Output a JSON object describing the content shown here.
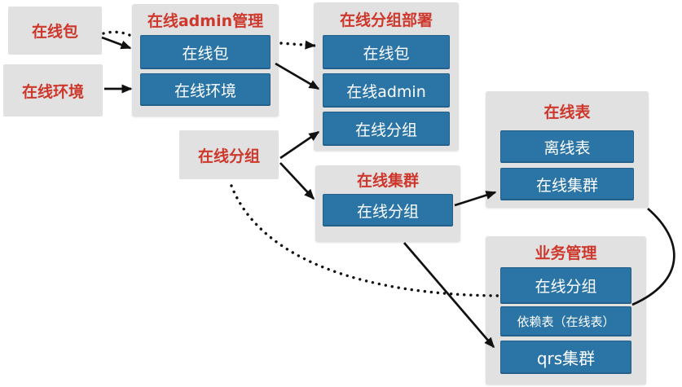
{
  "colors": {
    "blue": "#2B74A6",
    "gray": "#E1E1E1",
    "red": "#CE372B",
    "arrow": "#111111",
    "bg": "#FFFFFF"
  },
  "nodes": {
    "package": {
      "label": "在线包"
    },
    "environment": {
      "label": "在线环境"
    },
    "group": {
      "label": "在线分组"
    }
  },
  "groups": {
    "admin_management": {
      "title": "在线admin管理",
      "items": [
        {
          "label": "在线包"
        },
        {
          "label": "在线环境"
        }
      ]
    },
    "group_deployment": {
      "title": "在线分组部署",
      "items": [
        {
          "label": "在线包"
        },
        {
          "label": "在线admin"
        },
        {
          "label": "在线分组"
        }
      ]
    },
    "online_cluster": {
      "title": "在线集群",
      "items": [
        {
          "label": "在线分组"
        }
      ]
    },
    "online_table": {
      "title": "在线表",
      "items": [
        {
          "label": "离线表"
        },
        {
          "label": "在线集群"
        }
      ]
    },
    "business_management": {
      "title": "业务管理",
      "items": [
        {
          "label": "在线分组"
        },
        {
          "label": "依赖表（在线表）"
        },
        {
          "label": "qrs集群"
        }
      ]
    }
  },
  "edges": [
    {
      "from": "在线包",
      "to": "在线admin管理",
      "style": "dotted"
    },
    {
      "from": "在线包",
      "to": "在线admin管理.在线包",
      "style": "solid-arrow"
    },
    {
      "from": "在线环境",
      "to": "在线admin管理.在线环境",
      "style": "solid-arrow"
    },
    {
      "from": "在线admin管理.在线包",
      "to": "在线分组部署.在线包",
      "style": "dotted-arrow"
    },
    {
      "from": "在线admin管理.在线包",
      "to": "在线分组部署.在线admin",
      "style": "solid-arrow"
    },
    {
      "from": "在线分组",
      "to": "在线分组部署.在线分组",
      "style": "solid-arrow"
    },
    {
      "from": "在线分组",
      "to": "在线集群.在线分组",
      "style": "solid-arrow"
    },
    {
      "from": "在线集群.在线分组",
      "to": "在线表.在线集群",
      "style": "solid-arrow"
    },
    {
      "from": "在线集群",
      "to": "业务管理.qrs集群",
      "style": "solid-arrow"
    },
    {
      "from": "在线分组",
      "to": "业务管理.在线分组",
      "style": "dotted-curve"
    },
    {
      "from": "在线表",
      "to": "业务管理.依赖表（在线表）",
      "style": "solid-curve"
    }
  ]
}
